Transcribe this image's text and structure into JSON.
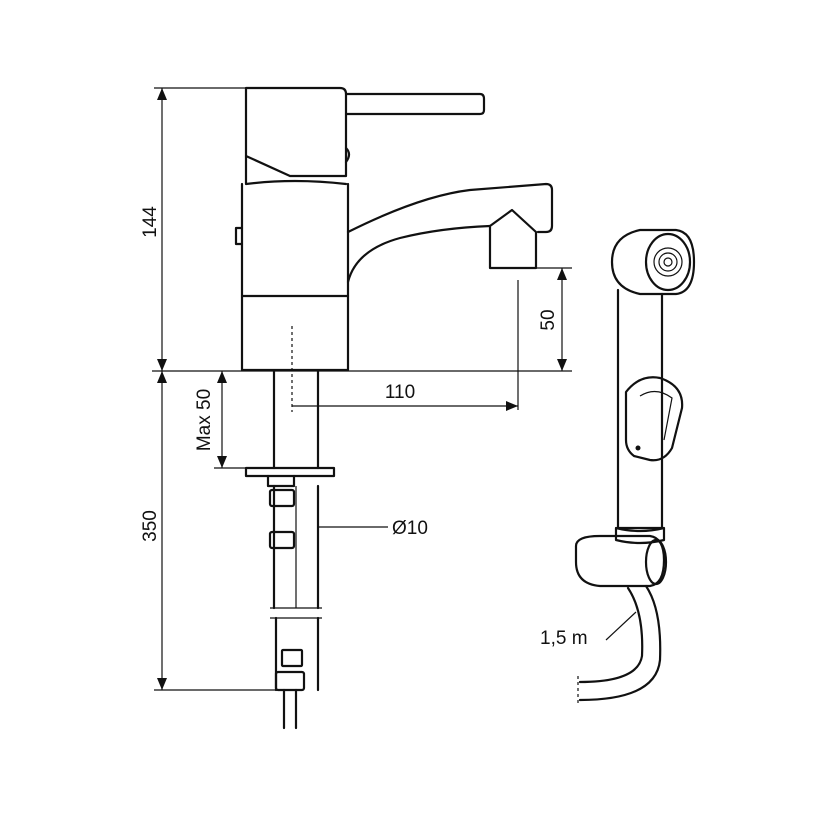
{
  "dimensions": {
    "total_height": "144",
    "spout_clearance": "50",
    "spout_reach": "110",
    "max_deck_thickness": "Max 50",
    "hose_length_below": "350",
    "hose_diameter": "Ø10",
    "shower_hose_length": "1,5 m"
  },
  "colors": {
    "line": "#111111",
    "background": "#ffffff"
  }
}
